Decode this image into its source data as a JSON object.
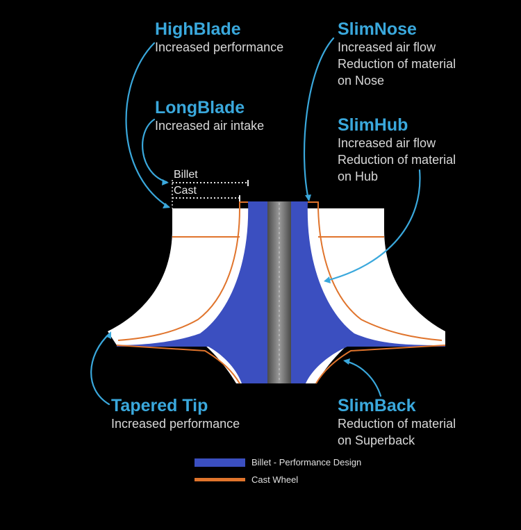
{
  "colors": {
    "background": "#000000",
    "billet_blue": "#3b4fc0",
    "cast_orange": "#e0742c",
    "annotation_blue": "#3aa8dc",
    "wheel_white": "#ffffff",
    "shaft_gray": "#8a8a8a"
  },
  "callouts": {
    "highblade": {
      "title": "HighBlade",
      "lines": [
        "Increased performance"
      ]
    },
    "longblade": {
      "title": "LongBlade",
      "lines": [
        "Increased air intake"
      ]
    },
    "slimnose": {
      "title": "SlimNose",
      "lines": [
        "Increased air flow",
        "Reduction of material",
        "on Nose"
      ]
    },
    "slimhub": {
      "title": "SlimHub",
      "lines": [
        "Increased air flow",
        "Reduction of material",
        "on Hub"
      ]
    },
    "taperedtip": {
      "title": "Tapered Tip",
      "lines": [
        "Increased performance"
      ]
    },
    "slimback": {
      "title": "SlimBack",
      "lines": [
        "Reduction of material",
        "on Superback"
      ]
    }
  },
  "dimension_labels": {
    "billet": "Billet",
    "cast": "Cast"
  },
  "legend": [
    {
      "label": "Billet - Performance Design",
      "color": "#3b4fc0"
    },
    {
      "label": "Cast Wheel",
      "color": "#e0742c"
    }
  ]
}
